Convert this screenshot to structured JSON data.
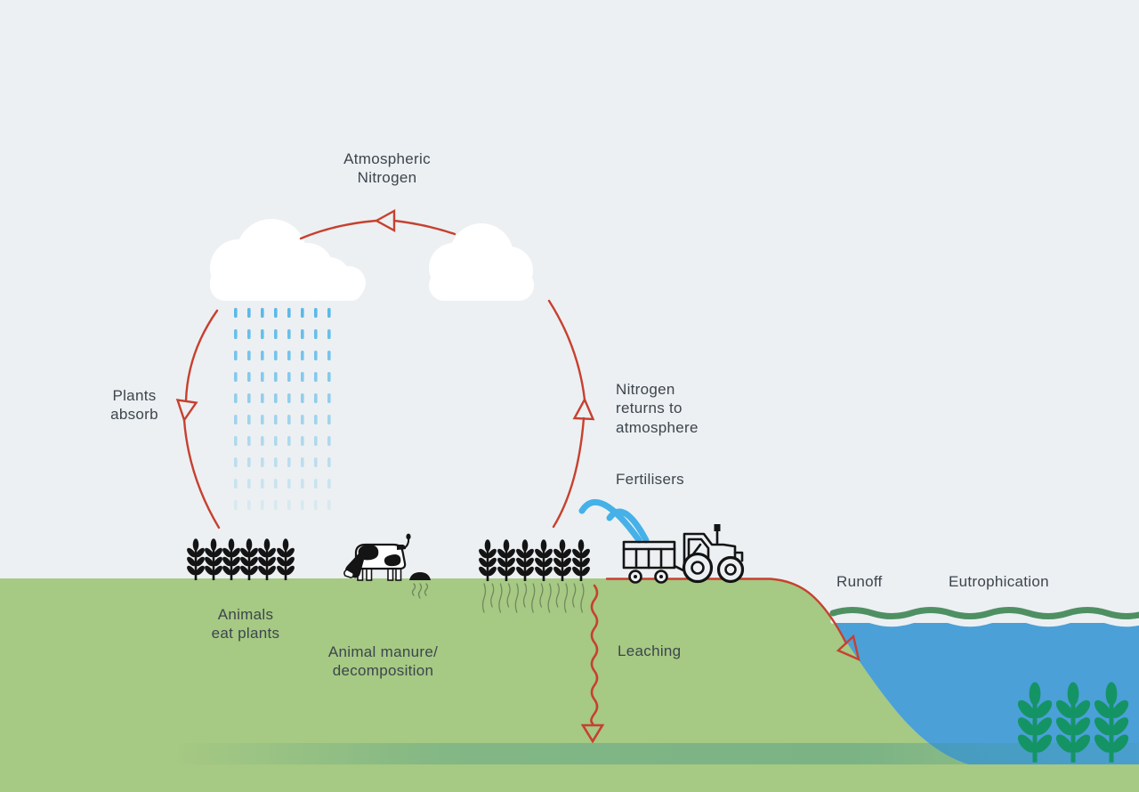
{
  "title": "Nitrogen cycle diagram",
  "labels": {
    "atmospheric_nitrogen": "Atmospheric\nNitrogen",
    "plants_absorb": "Plants\nabsorb",
    "nitrogen_returns": "Nitrogen\nreturns to\natmosphere",
    "fertilisers": "Fertilisers",
    "animals_eat_plants": "Animals\neat plants",
    "animal_manure": "Animal manure/\ndecomposition",
    "leaching": "Leaching",
    "runoff": "Runoff",
    "eutrophication": "Eutrophication"
  },
  "icons": {
    "rain_cloud": "cloud-with-rain-icon",
    "cloud": "cloud-icon",
    "wheat_field_left": "wheat-plants-icon",
    "wheat_field_middle": "wheat-plants-with-roots-icon",
    "cow": "cow-grazing-icon",
    "manure": "manure-pile-icon",
    "tractor": "tractor-with-trailer-icon",
    "fertiliser_spray": "fertiliser-spray-icon",
    "underwater_plants": "underwater-wheat-plants-icon",
    "cycle_arrows": "nitrogen-cycle-arrows",
    "leaching_arrow": "leaching-arrow",
    "runoff_arrow": "runoff-arrow"
  },
  "colors": {
    "sky": "#ecf0f2",
    "ground": "#a6c983",
    "water": "#4ba0d8",
    "wave_green": "#4f9063",
    "arrow_red": "#c7402f",
    "rain_blue": "#4db4e8",
    "spray_blue": "#45b1e8",
    "icon_black": "#141414",
    "underwater_plant_green": "#149464",
    "groundwater_teal": "#3f9488",
    "text": "#3d454d"
  }
}
